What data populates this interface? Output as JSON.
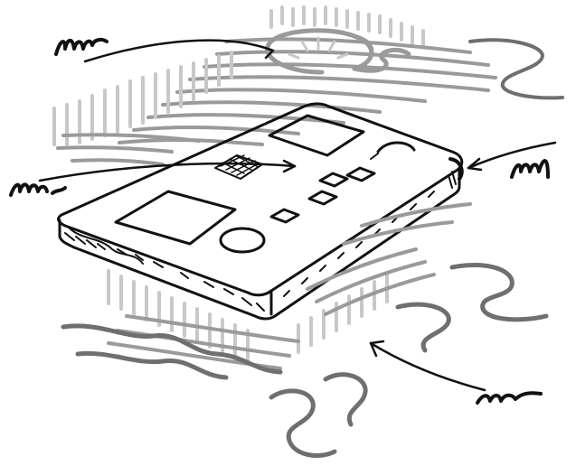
{
  "image": {
    "style": "hand-drawn pencil sketch",
    "subject": "device"
  },
  "annotations": [
    {
      "id": "callout-top-left",
      "text": ""
    },
    {
      "id": "callout-left",
      "text": ""
    },
    {
      "id": "callout-right",
      "text": ""
    },
    {
      "id": "callout-bottom-right",
      "text": ""
    }
  ],
  "colors": {
    "ink": "#111111",
    "hatching": "#9a9a9a",
    "light_hatching": "#c8c8c8",
    "background": "#ffffff"
  }
}
